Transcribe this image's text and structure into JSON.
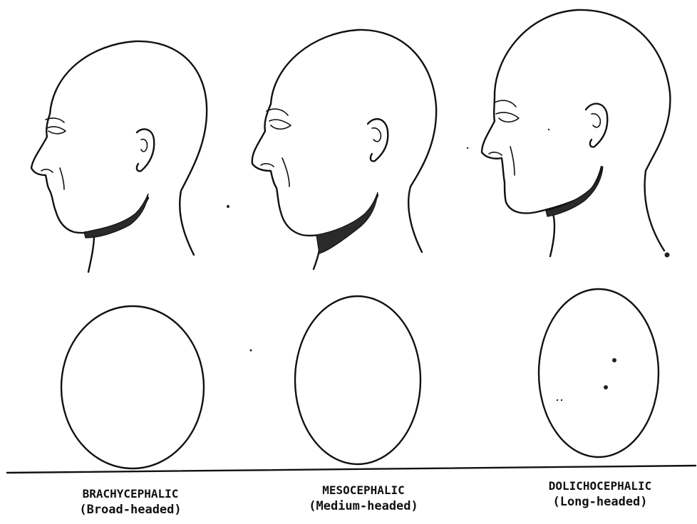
{
  "figure": {
    "types": [
      {
        "id": "brachy",
        "name": "BRACHYCEPHALIC",
        "description": "(Broad-headed)"
      },
      {
        "id": "meso",
        "name": "MESOCEPHALIC",
        "description": "(Medium-headed)"
      },
      {
        "id": "dolicho",
        "name": "DOLICHOCEPHALIC",
        "description": "(Long-headed)"
      }
    ],
    "colors": {
      "ink": "#111111",
      "paper": "#ffffff"
    }
  }
}
